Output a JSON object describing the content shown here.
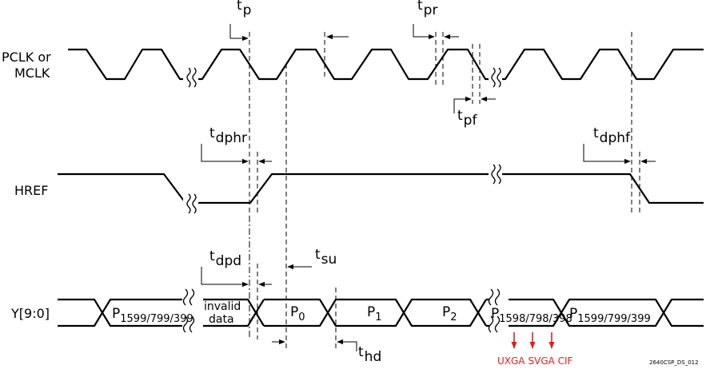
{
  "signals": {
    "pclk": [
      "PCLK or",
      "MCLK"
    ],
    "href": "HREF",
    "y": "Y[9:0]"
  },
  "timing": {
    "tp": {
      "t": "t",
      "s": "p"
    },
    "tpr": {
      "t": "t",
      "s": "pr"
    },
    "tpf": {
      "t": "t",
      "s": "pf"
    },
    "tdphr": {
      "t": "t",
      "s": "dphr"
    },
    "tdphf": {
      "t": "t",
      "s": "dphf"
    },
    "tdpd": {
      "t": "t",
      "s": "dpd"
    },
    "tsu": {
      "t": "t",
      "s": "su"
    },
    "thd": {
      "t": "t",
      "s": "hd"
    }
  },
  "data_cells": {
    "p_first": {
      "p": "P",
      "s": "1599/799/399"
    },
    "invalid": [
      "invalid",
      "data"
    ],
    "p0": {
      "p": "P",
      "s": "0"
    },
    "p1": {
      "p": "P",
      "s": "1"
    },
    "p2": {
      "p": "P",
      "s": "2"
    },
    "p_last_minus": {
      "p": "P",
      "s": "1598/798/398"
    },
    "p_last": {
      "p": "P",
      "s": "1599/799/399"
    }
  },
  "modes": {
    "uxga": "UXGA",
    "svga": "SVGA",
    "cif": "CIF"
  },
  "figure_id": "2640CSP_DS_012",
  "colors": {
    "accent": "#e02020",
    "line": "#000000"
  }
}
